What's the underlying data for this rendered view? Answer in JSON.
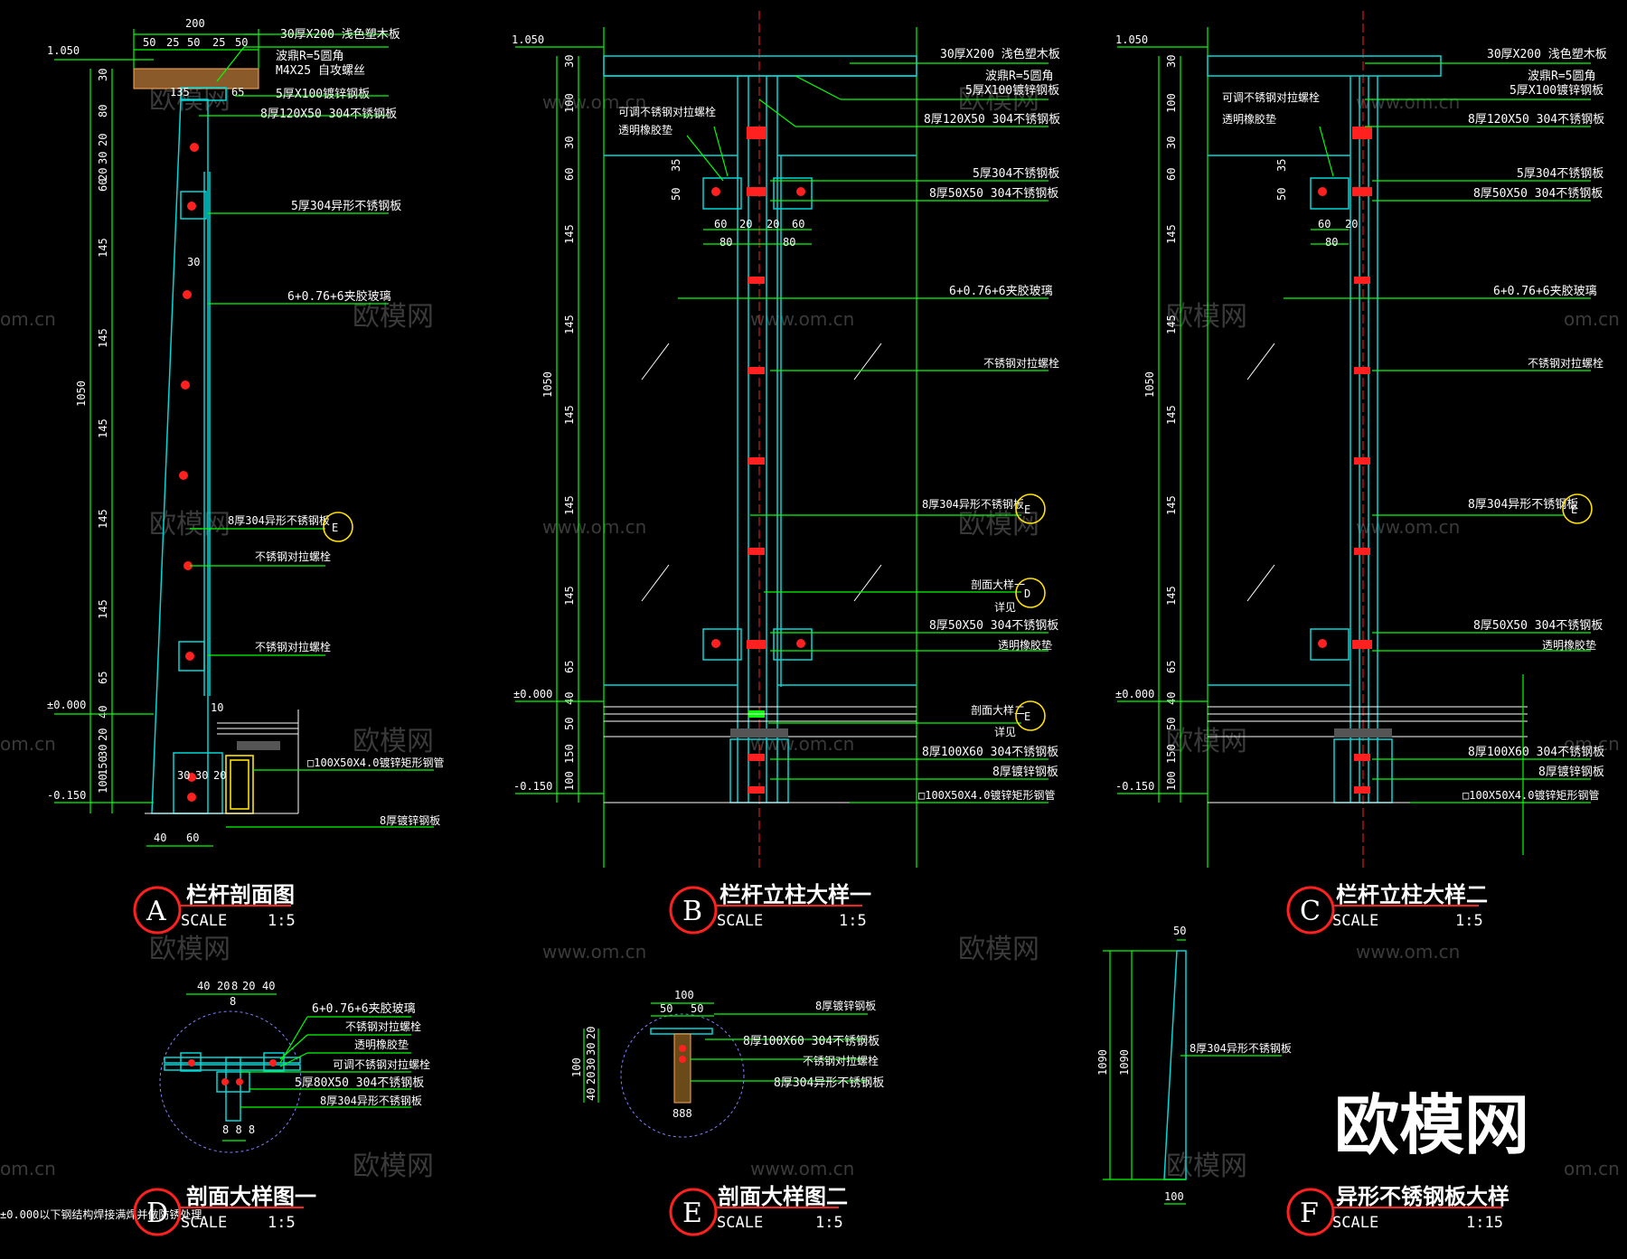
{
  "watermark": {
    "site": "www.om.cn",
    "cn": "欧模网",
    "partial": "om.cn"
  },
  "brand": "欧模网",
  "scale_label": "SCALE",
  "details": [
    {
      "id": "A",
      "title": "栏杆剖面图",
      "scale": "1:5"
    },
    {
      "id": "B",
      "title": "栏杆立柱大样一",
      "scale": "1:5"
    },
    {
      "id": "C",
      "title": "栏杆立柱大样二",
      "scale": "1:5"
    },
    {
      "id": "D",
      "title": "剖面大样图一",
      "scale": "1:5"
    },
    {
      "id": "E",
      "title": "剖面大样图二",
      "scale": "1:5"
    },
    {
      "id": "F",
      "title": "异形不锈钢板大样",
      "scale": "1:15"
    }
  ],
  "levels": {
    "top": "1.050",
    "zero": "±0.000",
    "bottom": "-0.150"
  },
  "dims_a_top": [
    "200",
    "50",
    "25",
    "50",
    "25",
    "50"
  ],
  "dims_a_left": [
    "30",
    "80",
    "20",
    "30",
    "20",
    "60",
    "145",
    "145",
    "145",
    "145",
    "145",
    "65",
    "40",
    "20",
    "30",
    "150",
    "100"
  ],
  "dim_total_a": "1050",
  "dims_a_bottom": [
    "40",
    "60"
  ],
  "dims_a_misc": {
    "d135": "135",
    "d65": "65",
    "d30": "30",
    "d10": "10",
    "d30b": "30",
    "d30c": "30",
    "d20": "20"
  },
  "dims_b_left": [
    "30",
    "100",
    "30",
    "60",
    "145",
    "145",
    "145",
    "145",
    "145",
    "65",
    "40",
    "50",
    "150",
    "100"
  ],
  "dims_b_plate": {
    "d35": "35",
    "d50": "50",
    "d60a": "60",
    "d20a": "20",
    "d20b": "20",
    "d60b": "60",
    "d80a": "80",
    "d80b": "80"
  },
  "dims_c_plate": {
    "d35": "35",
    "d50": "50",
    "d60": "60",
    "d20": "20",
    "d80": "80"
  },
  "dims_d_top": [
    "40",
    "20",
    "8",
    "20",
    "40"
  ],
  "dims_d_misc": {
    "d8": "8",
    "d888": "8 8 8"
  },
  "dims_e": {
    "top": "100",
    "t1": "50",
    "t2": "50",
    "left": [
      "20",
      "30",
      "30",
      "20",
      "40"
    ],
    "total": "100",
    "bottom": "888"
  },
  "dims_f": {
    "top": "50",
    "h1": "1090",
    "h2": "1090",
    "bottom": "100"
  },
  "labels_a": {
    "wood": "30厚X200  浅色塑木板",
    "wave": "波鼎R=5圆角",
    "screw": "M4X25  自攻螺丝",
    "galv": "5厚X100镀锌钢板",
    "ss120": "8厚120X50  304不锈钢板",
    "ss5": "5厚304异形不锈钢板",
    "glass": "6+0.76+6夹胶玻璃",
    "ss8": "8厚304异形不锈钢板",
    "bolt1": "不锈钢对拉螺栓",
    "bolt2": "不锈钢对拉螺栓",
    "tube": "□100X50X4.0镀锌矩形钢管",
    "plate8": "8厚镀锌钢板"
  },
  "labels_b": {
    "wood": "30厚X200  浅色塑木板",
    "wave": "波鼎R=5圆角",
    "galv": "5厚X100镀锌钢板",
    "ss120": "8厚120X50  304不锈钢板",
    "adj": "可调不锈钢对拉螺栓",
    "pad": "透明橡胶垫",
    "ss5": "5厚304不锈钢板",
    "ss50": "8厚50X50  304不锈钢板",
    "glass": "6+0.76+6夹胶玻璃",
    "bolt": "不锈钢对拉螺栓",
    "ss8": "8厚304异形不锈钢板",
    "sec1": "剖面大样一",
    "see1": "详见",
    "ss50b": "8厚50X50  304不锈钢板",
    "pad2": "透明橡胶垫",
    "sec2": "剖面大样二",
    "see2": "详见",
    "ss100": "8厚100X60  304不锈钢板",
    "plate8": "8厚镀锌钢板",
    "tube": "□100X50X4.0镀锌矩形钢管"
  },
  "labels_c": {
    "wood": "30厚X200  浅色塑木板",
    "wave": "波鼎R=5圆角",
    "galv": "5厚X100镀锌钢板",
    "ss120": "8厚120X50  304不锈钢板",
    "adj": "可调不锈钢对拉螺栓",
    "pad": "透明橡胶垫",
    "ss5": "5厚304不锈钢板",
    "ss50": "8厚50X50  304不锈钢板",
    "glass": "6+0.76+6夹胶玻璃",
    "bolt": "不锈钢对拉螺栓",
    "ss8": "8厚304异形不锈钢板",
    "ss50b": "8厚50X50  304不锈钢板",
    "pad2": "透明橡胶垫",
    "ss100": "8厚100X60  304不锈钢板",
    "plate8": "8厚镀锌钢板",
    "tube": "□100X50X4.0镀锌矩形钢管"
  },
  "labels_d": {
    "glass": "6+0.76+6夹胶玻璃",
    "bolt": "不锈钢对拉螺栓",
    "pad": "透明橡胶垫",
    "adj": "可调不锈钢对拉螺栓",
    "ss5": "5厚80X50  304不锈钢板",
    "ss8": "8厚304异形不锈钢板"
  },
  "labels_e": {
    "plate8": "8厚镀锌钢板",
    "ss100": "8厚100X60  304不锈钢板",
    "bolt": "不锈钢对拉螺栓",
    "ss8": "8厚304异形不锈钢板"
  },
  "labels_f": {
    "ss8": "8厚304异形不锈钢板"
  },
  "note_bottom": "±0.000以下钢结构焊接满焊并做防锈处理",
  "callout_letters": {
    "e": "E",
    "d": "D"
  }
}
